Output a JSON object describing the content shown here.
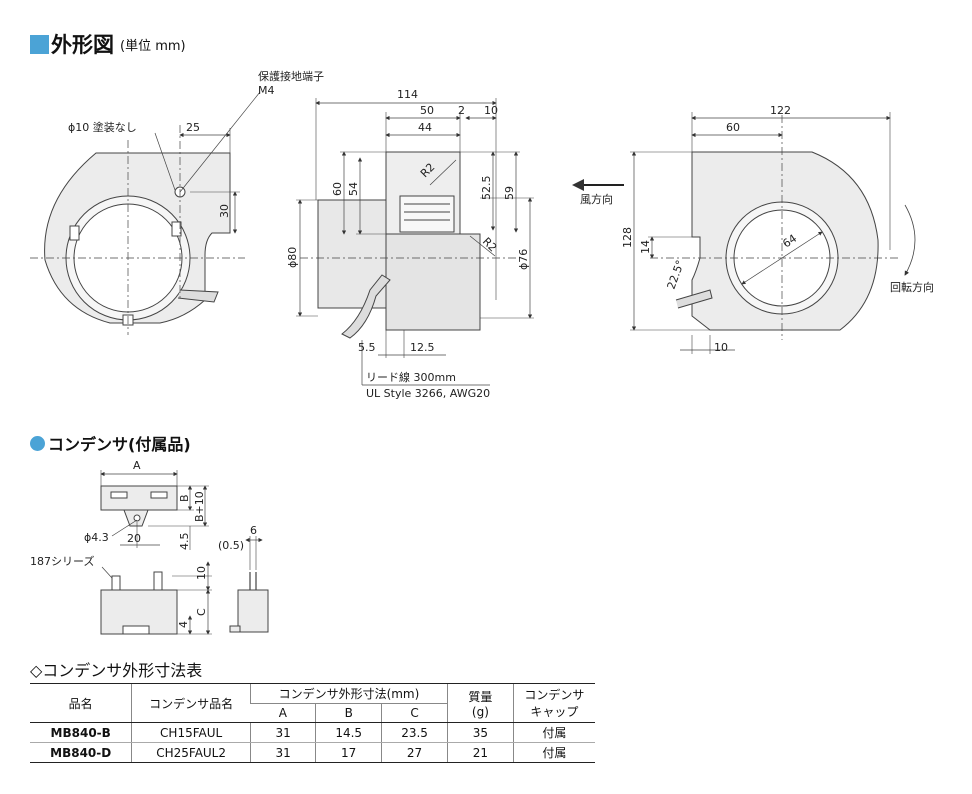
{
  "outline_section": {
    "title": "外形図",
    "unit": "(単位 mm)"
  },
  "front_view": {
    "hole_label": "ϕ10 塗装なし",
    "dim_25": "25",
    "dim_30": "30"
  },
  "side_view": {
    "terminal_label": "保護接地端子",
    "terminal_size": "M4",
    "dim_114": "114",
    "dim_50": "50",
    "dim_2": "2",
    "dim_10": "10",
    "dim_44": "44",
    "r2_top": "R2",
    "r2_bottom": "R2",
    "dim_60": "60",
    "dim_54": "54",
    "dim_52_5": "52.5",
    "dim_59": "59",
    "dim_phi80": "ϕ80",
    "dim_phi76": "ϕ76",
    "dim_5_5": "5.5",
    "dim_12_5": "12.5",
    "lead_label": "リード線 300mm",
    "lead_spec": "UL Style 3266, AWG20"
  },
  "rear_view": {
    "dim_122": "122",
    "dim_60": "60",
    "dim_128": "128",
    "dim_14": "14",
    "dim_64": "64",
    "angle": "22.5°",
    "dim_10": "10",
    "wind_label": "風方向",
    "rotation_label": "回転方向"
  },
  "capacitor_section": {
    "title": "コンデンサ(付属品)"
  },
  "capacitor": {
    "dim_a": "A",
    "dim_b": "B",
    "dim_b10": "B+10",
    "dim_phi4_3": "ϕ4.3",
    "dim_20": "20",
    "dim_4_5": "4.5",
    "dim_6": "6",
    "dim_0_5": "(0.5)",
    "series": "187シリーズ",
    "dim_10": "10",
    "dim_c": "C",
    "dim_4": "4"
  },
  "table_section": {
    "title": "◇コンデンサ外形寸法表"
  },
  "table": {
    "headers": {
      "model": "品名",
      "cap_model": "コンデンサ品名",
      "dims": "コンデンサ外形寸法(mm)",
      "a": "A",
      "b": "B",
      "c": "C",
      "mass": "質量",
      "mass_unit": "(g)",
      "cap": "コンデンサ",
      "cap2": "キャップ"
    },
    "rows": [
      {
        "model": "MB840-B",
        "cap_model": "CH15FAUL",
        "a": "31",
        "b": "14.5",
        "c": "23.5",
        "mass": "35",
        "cap": "付属"
      },
      {
        "model": "MB840-D",
        "cap_model": "CH25FAUL2",
        "a": "31",
        "b": "17",
        "c": "27",
        "mass": "21",
        "cap": "付属"
      }
    ]
  }
}
